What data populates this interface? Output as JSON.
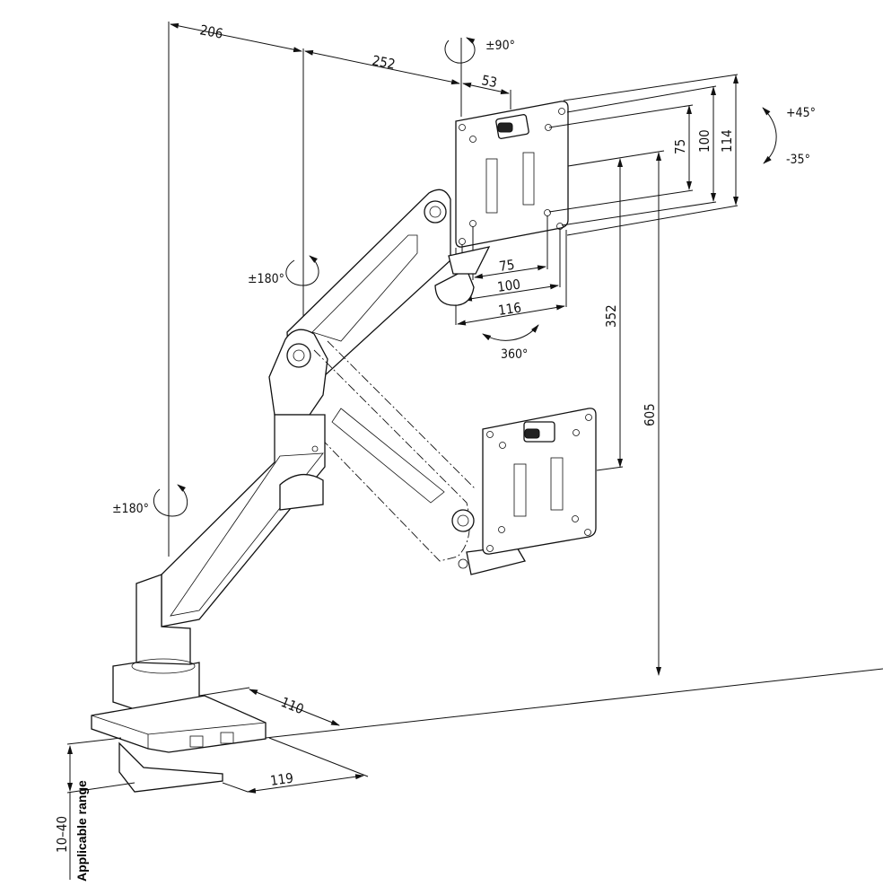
{
  "diagram": {
    "title": "Monitor arm dimension drawing",
    "dimensions": {
      "arm_reach_1": "206",
      "arm_reach_2": "252",
      "head_offset": "53",
      "vesa_h_75": "75",
      "vesa_h_100": "100",
      "plate_h": "114",
      "vesa_w_75": "75",
      "vesa_w_100": "100",
      "plate_w": "116",
      "height_range": "352",
      "max_height": "605",
      "base_depth": "110",
      "clamp_depth": "119",
      "desk_thickness": "10–40"
    },
    "rotations": {
      "head_swivel": "±90°",
      "tilt_up": "+45°",
      "tilt_down": "-35°",
      "rotation": "360°",
      "elbow_swivel": "±180°",
      "base_swivel": "±180°"
    },
    "labels": {
      "applicable_range": "Applicable range"
    }
  }
}
